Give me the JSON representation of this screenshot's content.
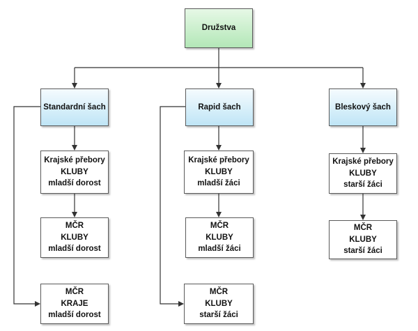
{
  "root": {
    "label": "Družstva"
  },
  "categories": [
    {
      "label": "Standardní šach",
      "items": [
        [
          "Krajské přebory",
          "KLUBY",
          "mladší dorost"
        ],
        [
          "MČR",
          "KLUBY",
          "mladší dorost"
        ],
        [
          "MČR",
          "KRAJE",
          "mladší dorost"
        ]
      ]
    },
    {
      "label": "Rapid šach",
      "items": [
        [
          "Krajské přebory",
          "KLUBY",
          "mladší žáci"
        ],
        [
          "MČR",
          "KLUBY",
          "mladší žáci"
        ],
        [
          "MČR",
          "KLUBY",
          "starší žáci"
        ]
      ]
    },
    {
      "label": "Bleskový šach",
      "items": [
        [
          "Krajské přebory",
          "KLUBY",
          "starší žáci"
        ],
        [
          "MČR",
          "KLUBY",
          "starší žáci"
        ]
      ]
    }
  ],
  "colors": {
    "root_fill": "#b3e7b7",
    "category_fill": "#bfe5f6",
    "border": "#5a5a5a",
    "connector": "#333333"
  }
}
